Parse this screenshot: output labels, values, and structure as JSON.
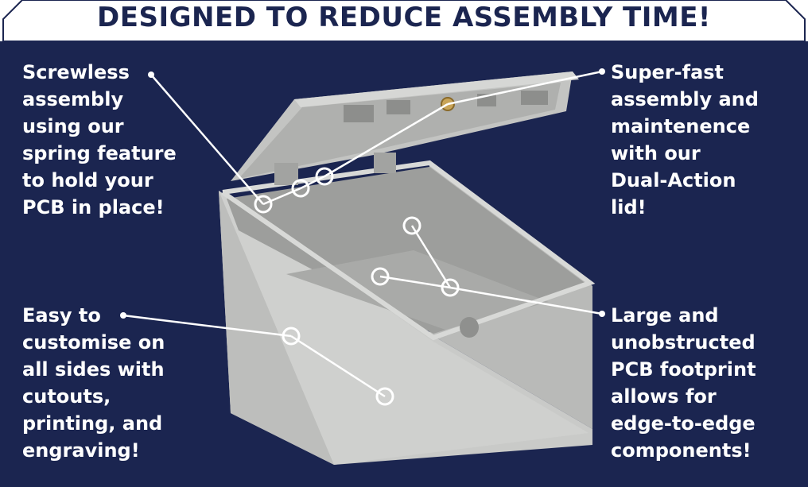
{
  "banner": {
    "title": "DESIGNED TO REDUCE ASSEMBLY TIME!"
  },
  "callouts": {
    "top_left": {
      "lines": [
        "Screwless",
        "assembly",
        "using our",
        "spring feature",
        "to hold your",
        "PCB in place!"
      ]
    },
    "top_right": {
      "lines": [
        "Super-fast",
        "assembly and",
        "maintenence",
        "with our",
        "Dual-Action",
        "lid!"
      ]
    },
    "bottom_left": {
      "lines": [
        "Easy to",
        "customise on",
        "all sides with",
        "cutouts,",
        "printing, and",
        "engraving!"
      ]
    },
    "bottom_right": {
      "lines": [
        "Large and",
        "unobstructed",
        "PCB footprint",
        "allows for",
        "edge-to-edge",
        "components!"
      ]
    }
  },
  "colors": {
    "navy": "#1b2550",
    "white": "#ffffff",
    "enclosure_grey": "#c9cac8"
  }
}
